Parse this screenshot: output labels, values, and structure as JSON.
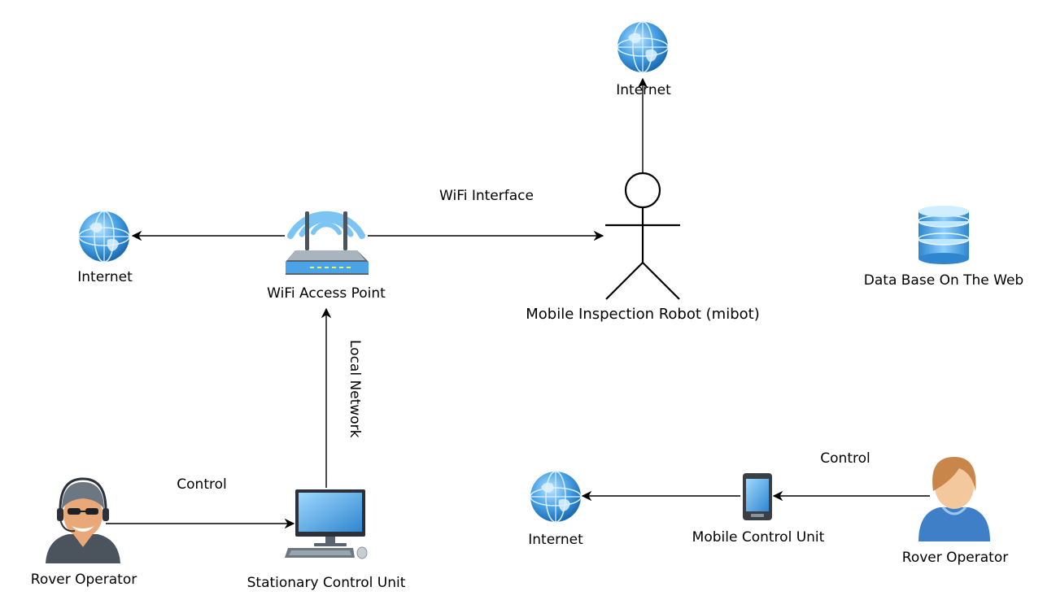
{
  "nodes": {
    "internet_top": {
      "label": "Internet",
      "icon": "globe-icon"
    },
    "internet_left": {
      "label": "Internet",
      "icon": "globe-icon"
    },
    "internet_bottom": {
      "label": "Internet",
      "icon": "globe-icon"
    },
    "wifi_ap": {
      "label": "WiFi Access Point",
      "icon": "wifi-router-icon"
    },
    "robot": {
      "label": "Mobile Inspection Robot (mibot)",
      "icon": "stick-figure-icon"
    },
    "database": {
      "label": "Data Base On The Web",
      "icon": "database-icon"
    },
    "stationary_unit": {
      "label": "Stationary Control Unit",
      "icon": "desktop-computer-icon"
    },
    "mobile_unit": {
      "label": "Mobile Control Unit",
      "icon": "smartphone-icon"
    },
    "operator_left": {
      "label": "Rover Operator",
      "icon": "operator-headset-icon"
    },
    "operator_right": {
      "label": "Rover Operator",
      "icon": "user-avatar-icon"
    }
  },
  "edges": {
    "wifi_interface": {
      "label": "WiFi Interface"
    },
    "local_network": {
      "label": "Local Network"
    },
    "control_left": {
      "label": "Control"
    },
    "control_right": {
      "label": "Control"
    }
  },
  "colors": {
    "globe": "#3a8fd6",
    "router_waves": "#7cc4f2",
    "router_body": "#5a6470",
    "database": "#4a9fe0",
    "operator_left_skin": "#e8a878",
    "operator_right_hair": "#c8864a",
    "operator_right_shirt": "#3f7fc7"
  }
}
